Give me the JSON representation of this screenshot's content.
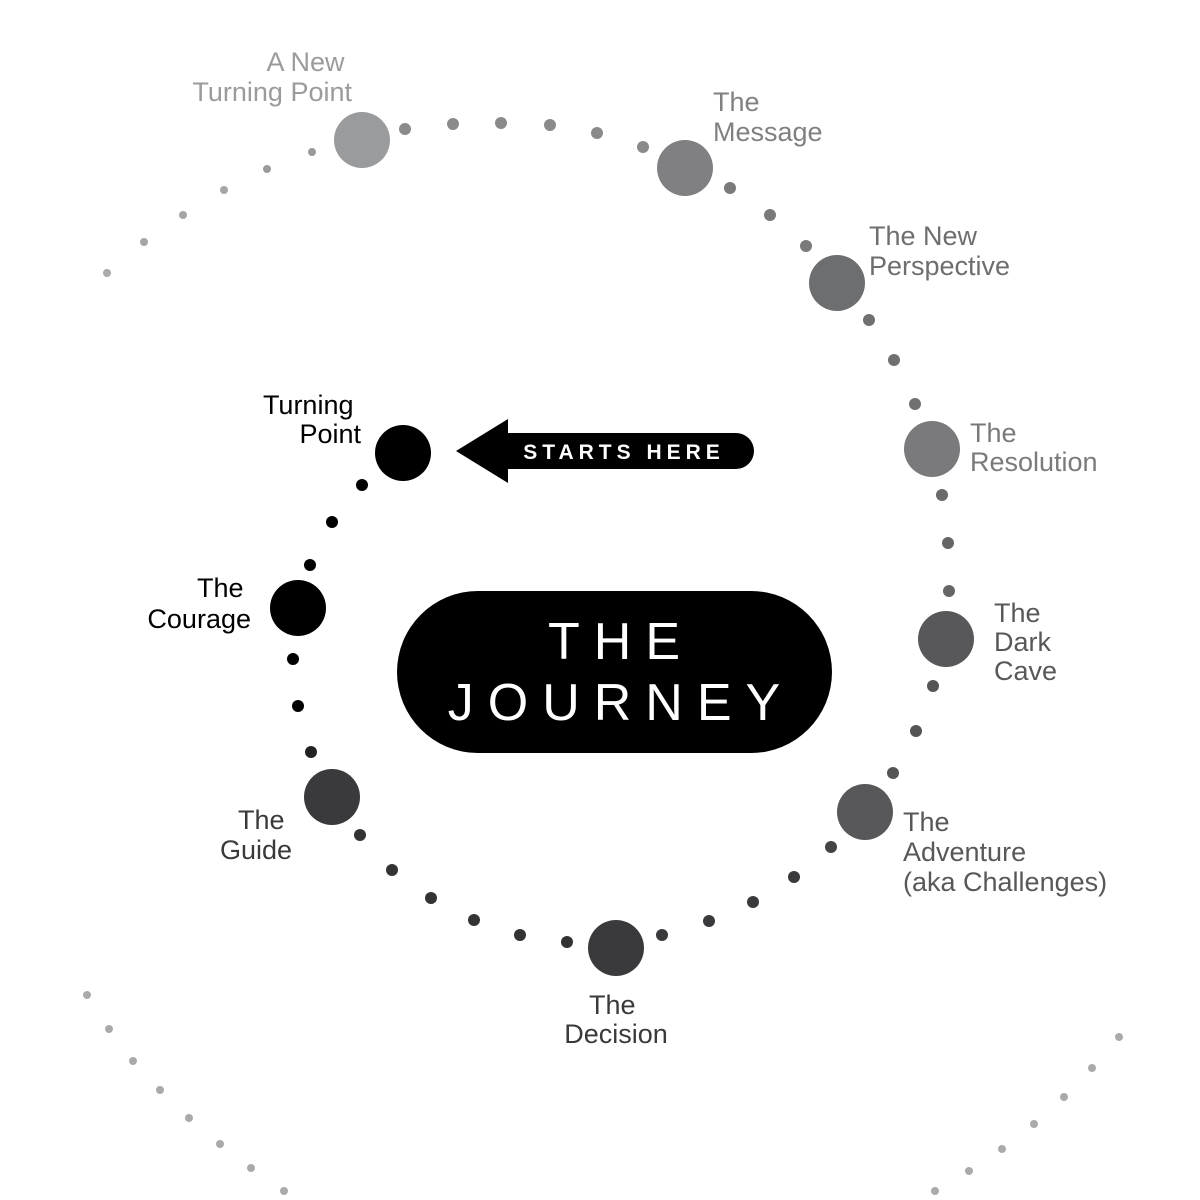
{
  "title": {
    "line1": "THE",
    "line2": "JOURNEY"
  },
  "start_marker": {
    "label": "STARTS HERE"
  },
  "stages": [
    {
      "id": "turning-point",
      "lines": [
        "Turning",
        "Point"
      ],
      "color": "#000000"
    },
    {
      "id": "the-courage",
      "lines": [
        "The",
        "Courage"
      ],
      "color": "#000000"
    },
    {
      "id": "the-guide",
      "lines": [
        "The",
        "Guide"
      ],
      "color": "#3a3a3c"
    },
    {
      "id": "the-decision",
      "lines": [
        "The",
        "Decision"
      ],
      "color": "#3a3a3c"
    },
    {
      "id": "the-adventure",
      "lines": [
        "The",
        "Adventure",
        "(aka Challenges)"
      ],
      "color": "#58585a"
    },
    {
      "id": "the-dark-cave",
      "lines": [
        "The",
        "Dark",
        "Cave"
      ],
      "color": "#58585a"
    },
    {
      "id": "the-resolution",
      "lines": [
        "The",
        "Resolution"
      ],
      "color": "#7a7a7c"
    },
    {
      "id": "the-new-perspective",
      "lines": [
        "The New",
        "Perspective"
      ],
      "color": "#6d6e70"
    },
    {
      "id": "the-message",
      "lines": [
        "The",
        "Message"
      ],
      "color": "#808082"
    },
    {
      "id": "a-new-turning-point",
      "lines": [
        "A New",
        "Turning Point"
      ],
      "color": "#9a9b9d"
    }
  ],
  "colors": {
    "background": "#ffffff",
    "title_pill": "#000000",
    "title_text": "#ffffff"
  }
}
